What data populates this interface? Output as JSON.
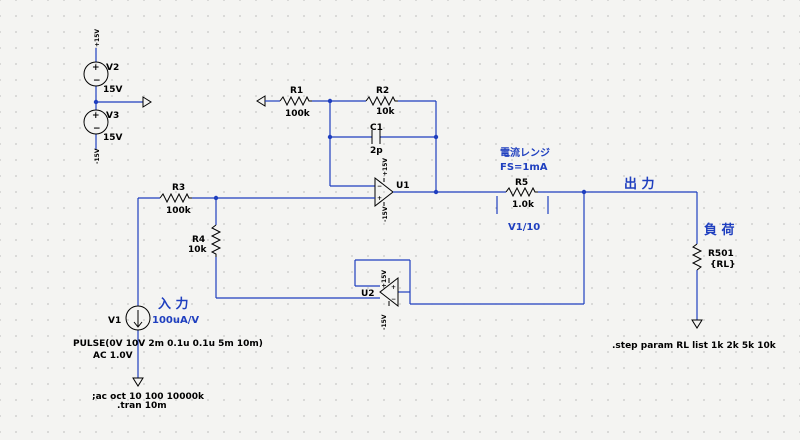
{
  "labels": {
    "v2_name": "V2",
    "v2_value": "15V",
    "v2_node": "+15V",
    "v3_name": "V3",
    "v3_value": "15V",
    "v3_node": "-15V",
    "r1_name": "R1",
    "r1_value": "100k",
    "r2_name": "R2",
    "r2_value": "10k",
    "c1_name": "C1",
    "c1_value": "2p",
    "u1_name": "U1",
    "u1_vplus": "+15V",
    "u1_vminus": "-15V",
    "r3_name": "R3",
    "r3_value": "100k",
    "r4_name": "R4",
    "r4_value": "10k",
    "u2_name": "U2",
    "u2_vplus": "+15V",
    "u2_vminus": "-15V",
    "current_range": "電流レンジ",
    "fs": "FS=1mA",
    "r5_name": "R5",
    "r5_value": "1.0k",
    "v_ratio": "V1/10",
    "output": "出 力",
    "load": "負 荷",
    "r501_name": "R501",
    "r501_value": "{RL}",
    "input": "入 力",
    "v1_name": "V1",
    "v1_gain": "100uA/V",
    "pulse": "PULSE(0V 10V 2m 0.1u 0.1u 5m 10m)",
    "ac": "AC 1.0V",
    "ac_dir": ";ac oct 10 100 10000k",
    "tran": ".tran 10m",
    "step": ".step param RL list 1k 2k 5k 10k"
  },
  "colors": {
    "wire": "#1f3fbf",
    "component": "#000000",
    "background": "#f4f4f2"
  }
}
